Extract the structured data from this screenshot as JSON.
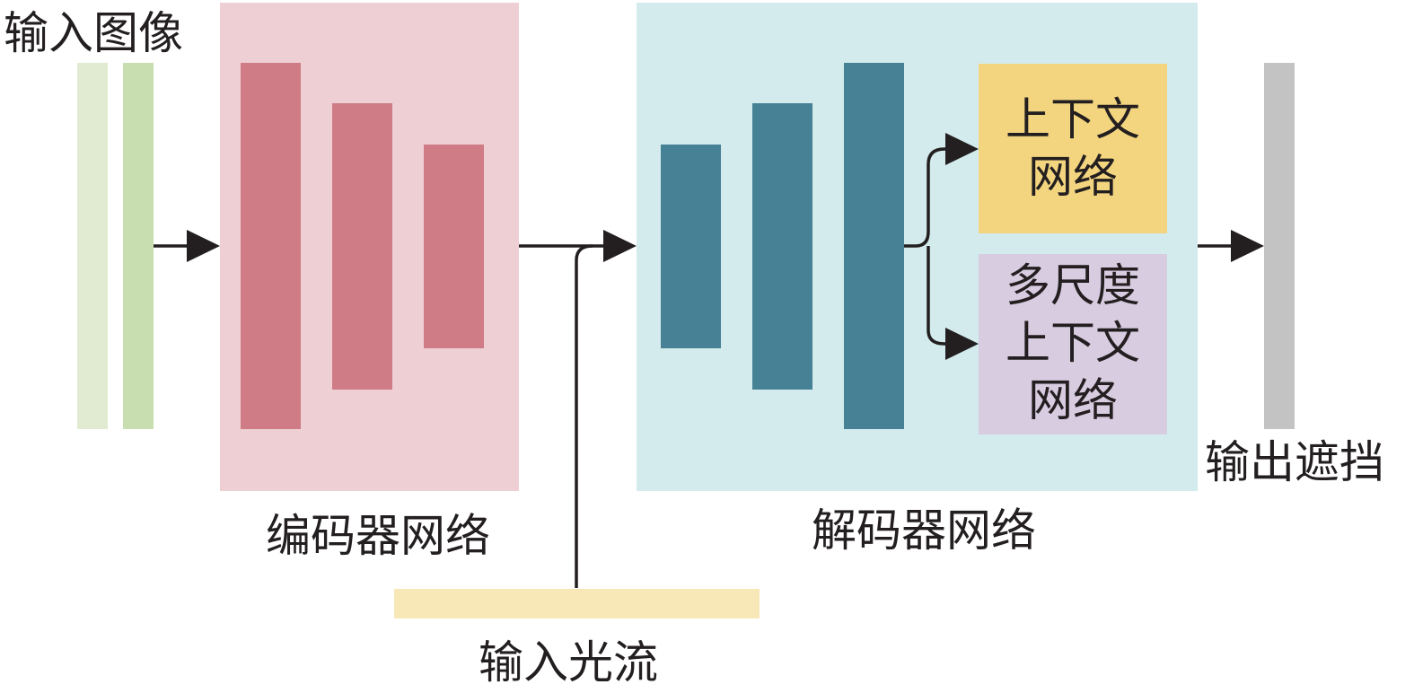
{
  "labels": {
    "input_image": "输入图像",
    "encoder": "编码器网络",
    "decoder": "解码器网络",
    "input_flow": "输入光流",
    "output_mask": "输出遮挡",
    "context_net": "上下文\n网络",
    "multiscale_context_net": "多尺度\n上下文\n网络"
  },
  "colors": {
    "input_light": "#e1ebd2",
    "input_dark": "#c9deb0",
    "encoder_bg": "#eecfd3",
    "encoder_block": "#cf7c86",
    "decoder_bg": "#d3ebed",
    "decoder_block": "#468196",
    "context_box": "#f4d57f",
    "multiscale_box": "#d8cce1",
    "flow_bar": "#f8e8b8",
    "output_bar": "#c3c3c3",
    "arrow": "#231f20"
  }
}
